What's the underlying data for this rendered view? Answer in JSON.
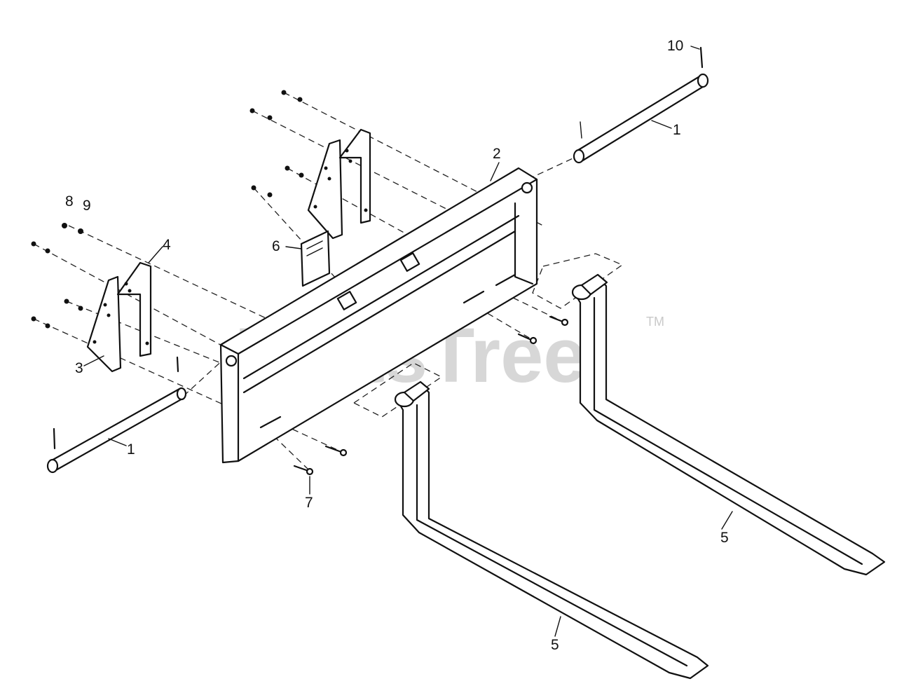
{
  "diagram": {
    "callouts": {
      "c1a": "1",
      "c1b": "1",
      "c2": "2",
      "c3": "3",
      "c4": "4",
      "c5a": "5",
      "c5b": "5",
      "c6": "6",
      "c7": "7",
      "c8": "8",
      "c9": "9",
      "c10": "10"
    }
  },
  "watermark": {
    "text": "PartsTree",
    "trademark": "TM"
  }
}
